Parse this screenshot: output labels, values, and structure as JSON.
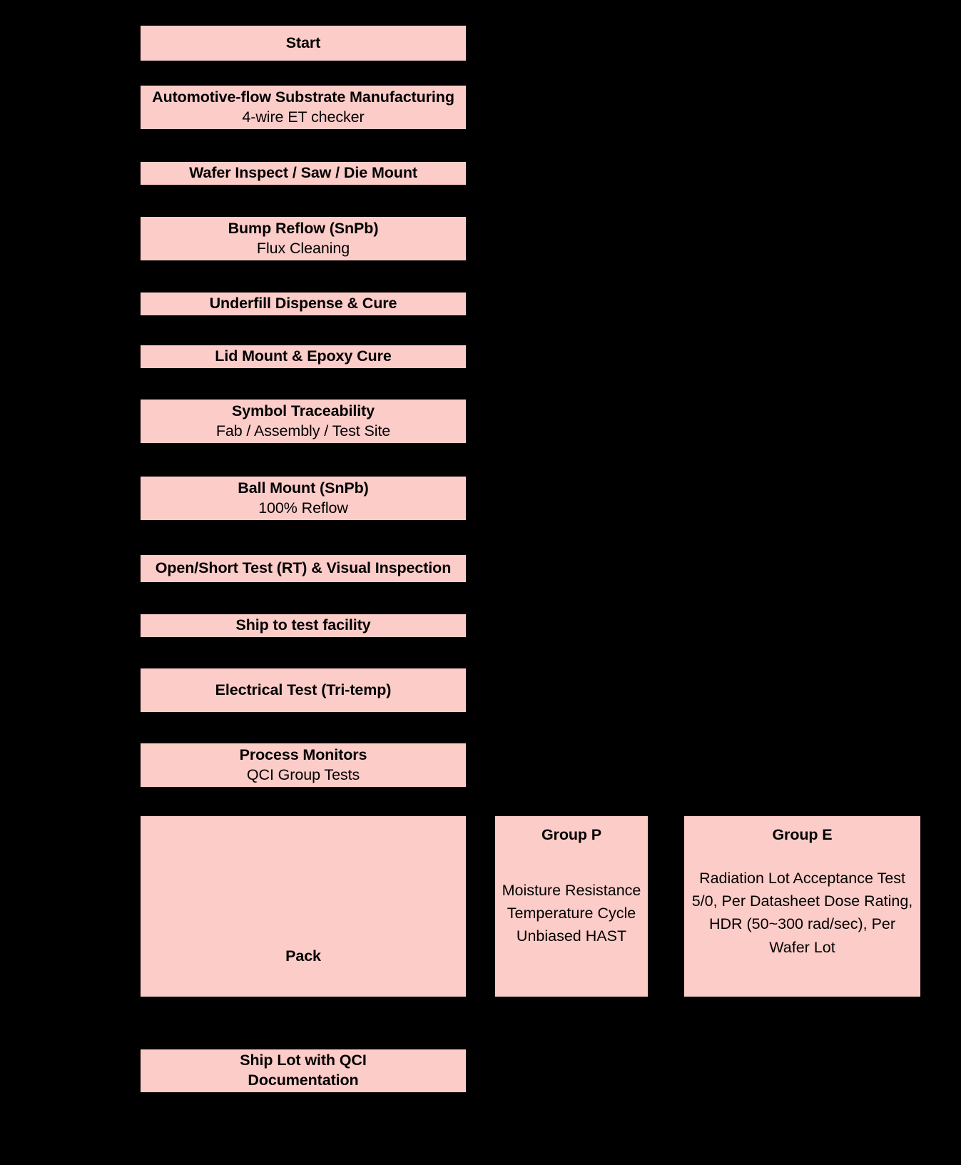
{
  "meta": {
    "background_color": "#000000",
    "node_fill_color": "#FCCCC8",
    "text_color": "#000000"
  },
  "flow": {
    "main_steps": [
      {
        "title": "Start",
        "subtitle": ""
      },
      {
        "title": "Automotive-flow Substrate Manufacturing",
        "subtitle": "4-wire ET checker"
      },
      {
        "title": "Wafer Inspect / Saw / Die Mount",
        "subtitle": ""
      },
      {
        "title": "Bump Reflow (SnPb)",
        "subtitle": "Flux Cleaning"
      },
      {
        "title": "Underfill Dispense & Cure",
        "subtitle": ""
      },
      {
        "title": "Lid Mount & Epoxy Cure",
        "subtitle": ""
      },
      {
        "title": "Symbol Traceability",
        "subtitle": "Fab / Assembly / Test Site"
      },
      {
        "title": "Ball Mount (SnPb)",
        "subtitle": "100% Reflow"
      },
      {
        "title": "Open/Short Test (RT) & Visual Inspection",
        "subtitle": ""
      },
      {
        "title": "Ship to test facility",
        "subtitle": ""
      },
      {
        "title": "Electrical Test (Tri-temp)",
        "subtitle": ""
      },
      {
        "title": "Process Monitors",
        "subtitle": "QCI Group Tests"
      },
      {
        "title": "Pack",
        "subtitle": ""
      },
      {
        "title": "Ship Lot with QCI",
        "subtitle": "Documentation"
      }
    ],
    "qci_groups": [
      {
        "title": "Group P",
        "body": "Moisture Resistance\nTemperature Cycle\nUnbiased HAST"
      },
      {
        "title": "Group E",
        "body": "Radiation Lot Acceptance Test\n5/0, Per Datasheet Dose Rating, HDR (50~300 rad/sec), Per Wafer Lot"
      }
    ]
  }
}
